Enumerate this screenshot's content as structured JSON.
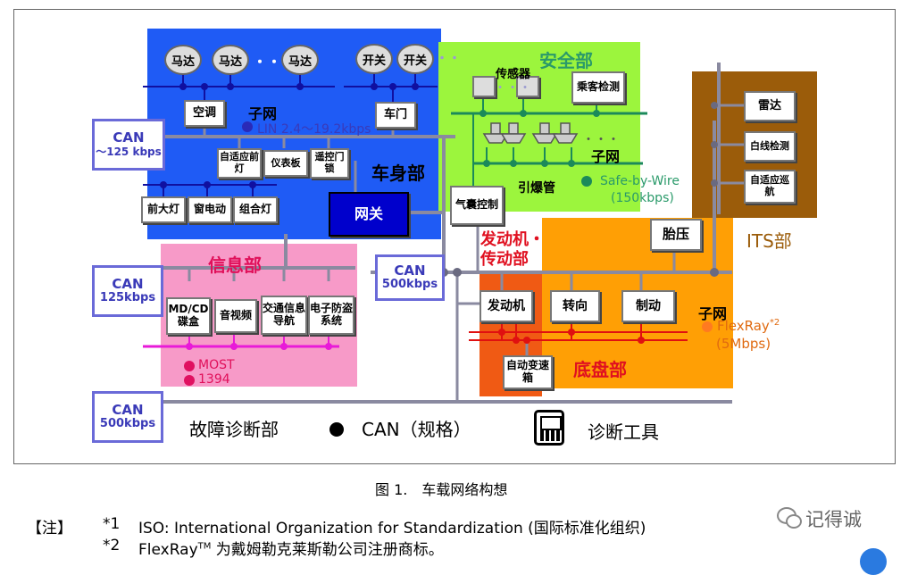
{
  "diagram": {
    "body_dept": {
      "title": "车身部",
      "motors": [
        "马达",
        "马达",
        "马达"
      ],
      "motor_dots": "・・・",
      "switches": [
        "开关",
        "开关"
      ],
      "switch_dots": "・・",
      "aircon": "空调",
      "door": "车门",
      "subnet_label": "子网",
      "lin": "LIN 2.4～19.2kbps",
      "headlight_auto": "自适应前灯",
      "instrument": "仪表板",
      "remote_lock": "遥控门锁",
      "front_lamp": "前大灯",
      "power_window": "窗电动",
      "combo_lamp": "组合灯",
      "gateway": "网关"
    },
    "safety_dept": {
      "title": "安全部",
      "sensor": "传感器",
      "sensor_dots": "・・・",
      "occupant": "乘客检测",
      "subnet_label": "子网",
      "squib": "引爆管",
      "squib_dots": "・・・",
      "bus": "Safe-by-Wire",
      "bus_speed": "(150kbps)",
      "airbag": "气囊控制"
    },
    "its_dept": {
      "title": "ITS部",
      "radar": "雷达",
      "lane": "白线检测",
      "acc": "自适应巡航"
    },
    "info_dept": {
      "title": "信息部",
      "mdcd": "MD/CD碟盒",
      "av": "音视频",
      "nav": "交通信息导航",
      "anti_theft": "电子防盗系统",
      "most": "MOST",
      "ieee": "1394"
    },
    "powertrain_dept": {
      "title": "发动机・传动部",
      "engine": "发动机",
      "transmission": "自动变速箱"
    },
    "chassis_dept": {
      "title": "底盘部",
      "tire": "胎压",
      "steering": "转向",
      "brake": "制动",
      "subnet_label": "子网",
      "bus": "FlexRay",
      "bus_note": "*2",
      "bus_speed": "(5Mbps)"
    },
    "can_labels": {
      "c1_top": "CAN",
      "c1_bottom": "～125 kbps",
      "c2_top": "CAN",
      "c2_bottom": "125kbps",
      "c3_top": "CAN",
      "c3_bottom": "500kbps",
      "c4_top": "CAN",
      "c4_bottom": "500kbps"
    },
    "legend": {
      "diag": "故障诊断部",
      "can": "CAN（规格）",
      "tool": "诊断工具"
    }
  },
  "caption": "图 1.　车载网络构想",
  "notes": {
    "label": "【注】",
    "n1_mark": "*1",
    "n1_text": "ISO: International Organization for Standardization (国际标准化组织)",
    "n2_mark": "*2",
    "n2_text_a": "FlexRay",
    "n2_tm": "TM",
    "n2_text_b": " 为戴姆勒克莱斯勒公司注册商标。"
  },
  "watermark": "记得诚",
  "colors": {
    "body": "#1f5bf5",
    "safety": "#9cf53d",
    "its": "#9b5c0a",
    "info": "#f79ac8",
    "powertrain": "#f05a14",
    "chassis": "#ff9f05",
    "bus_gray": "#8a8aa0",
    "can_border": "#6a6ad8"
  }
}
